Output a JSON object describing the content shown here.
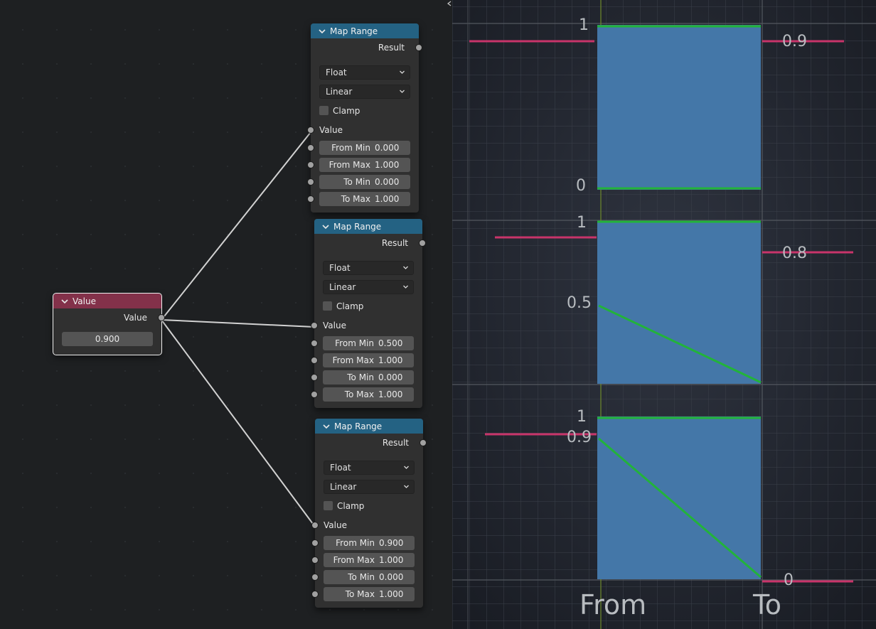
{
  "map_range_nodes": [
    {
      "title": "Map Range",
      "output_label": "Result",
      "data_type": "Float",
      "interpolation": "Linear",
      "clamp_label": "Clamp",
      "clamp_checked": false,
      "value_label": "Value",
      "fields": [
        {
          "label": "From Min",
          "value": "0.000"
        },
        {
          "label": "From Max",
          "value": "1.000"
        },
        {
          "label": "To Min",
          "value": "0.000"
        },
        {
          "label": "To Max",
          "value": "1.000"
        }
      ]
    },
    {
      "title": "Map Range",
      "output_label": "Result",
      "data_type": "Float",
      "interpolation": "Linear",
      "clamp_label": "Clamp",
      "clamp_checked": false,
      "value_label": "Value",
      "fields": [
        {
          "label": "From Min",
          "value": "0.500"
        },
        {
          "label": "From Max",
          "value": "1.000"
        },
        {
          "label": "To Min",
          "value": "0.000"
        },
        {
          "label": "To Max",
          "value": "1.000"
        }
      ]
    },
    {
      "title": "Map Range",
      "output_label": "Result",
      "data_type": "Float",
      "interpolation": "Linear",
      "clamp_label": "Clamp",
      "clamp_checked": false,
      "value_label": "Value",
      "fields": [
        {
          "label": "From Min",
          "value": "0.900"
        },
        {
          "label": "From Max",
          "value": "1.000"
        },
        {
          "label": "To Min",
          "value": "0.000"
        },
        {
          "label": "To Max",
          "value": "1.000"
        }
      ]
    }
  ],
  "value_node": {
    "title": "Value",
    "output_label": "Value",
    "value": "0.900"
  },
  "icons": {
    "collapse": "chevron-down-icon",
    "dropdown": "chevron-down-icon",
    "splitter": "split-arrows-icon"
  },
  "colors": {
    "map_range_header": "#246283",
    "value_header": "#83314a",
    "input_marker": "#c8346a",
    "mapping_line": "#22b33a",
    "range_box": "#4477a8"
  },
  "diagram": {
    "from_axis_label": "From",
    "to_axis_label": "To",
    "panels": [
      {
        "from_top_label": "1",
        "from_bottom_label": "0",
        "input_value_label": "",
        "result_label": "0.9"
      },
      {
        "from_top_label": "1",
        "from_bottom_label": "",
        "input_value_label": "0.5",
        "result_label": "0.8"
      },
      {
        "from_top_label": "1",
        "from_bottom_label": "",
        "input_value_label": "0.9",
        "result_label": "0"
      }
    ]
  }
}
